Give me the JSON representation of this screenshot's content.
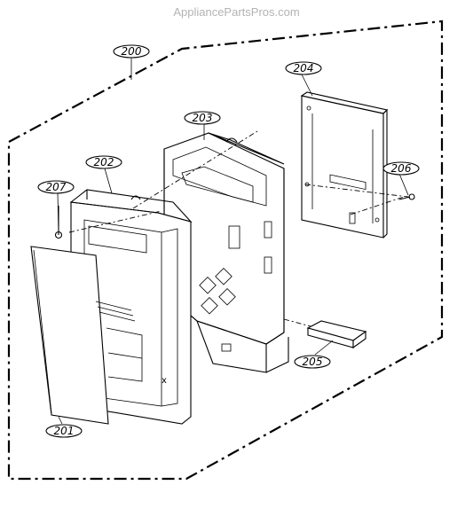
{
  "watermark": "AppliancePartsPros.com",
  "callouts": {
    "assembly": "200",
    "front_cover": "201",
    "control_panel_frame": "202",
    "bracket_housing": "203",
    "pcb": "204",
    "key_pad": "205",
    "screw_pcb": "206",
    "screw_frame": "207"
  }
}
